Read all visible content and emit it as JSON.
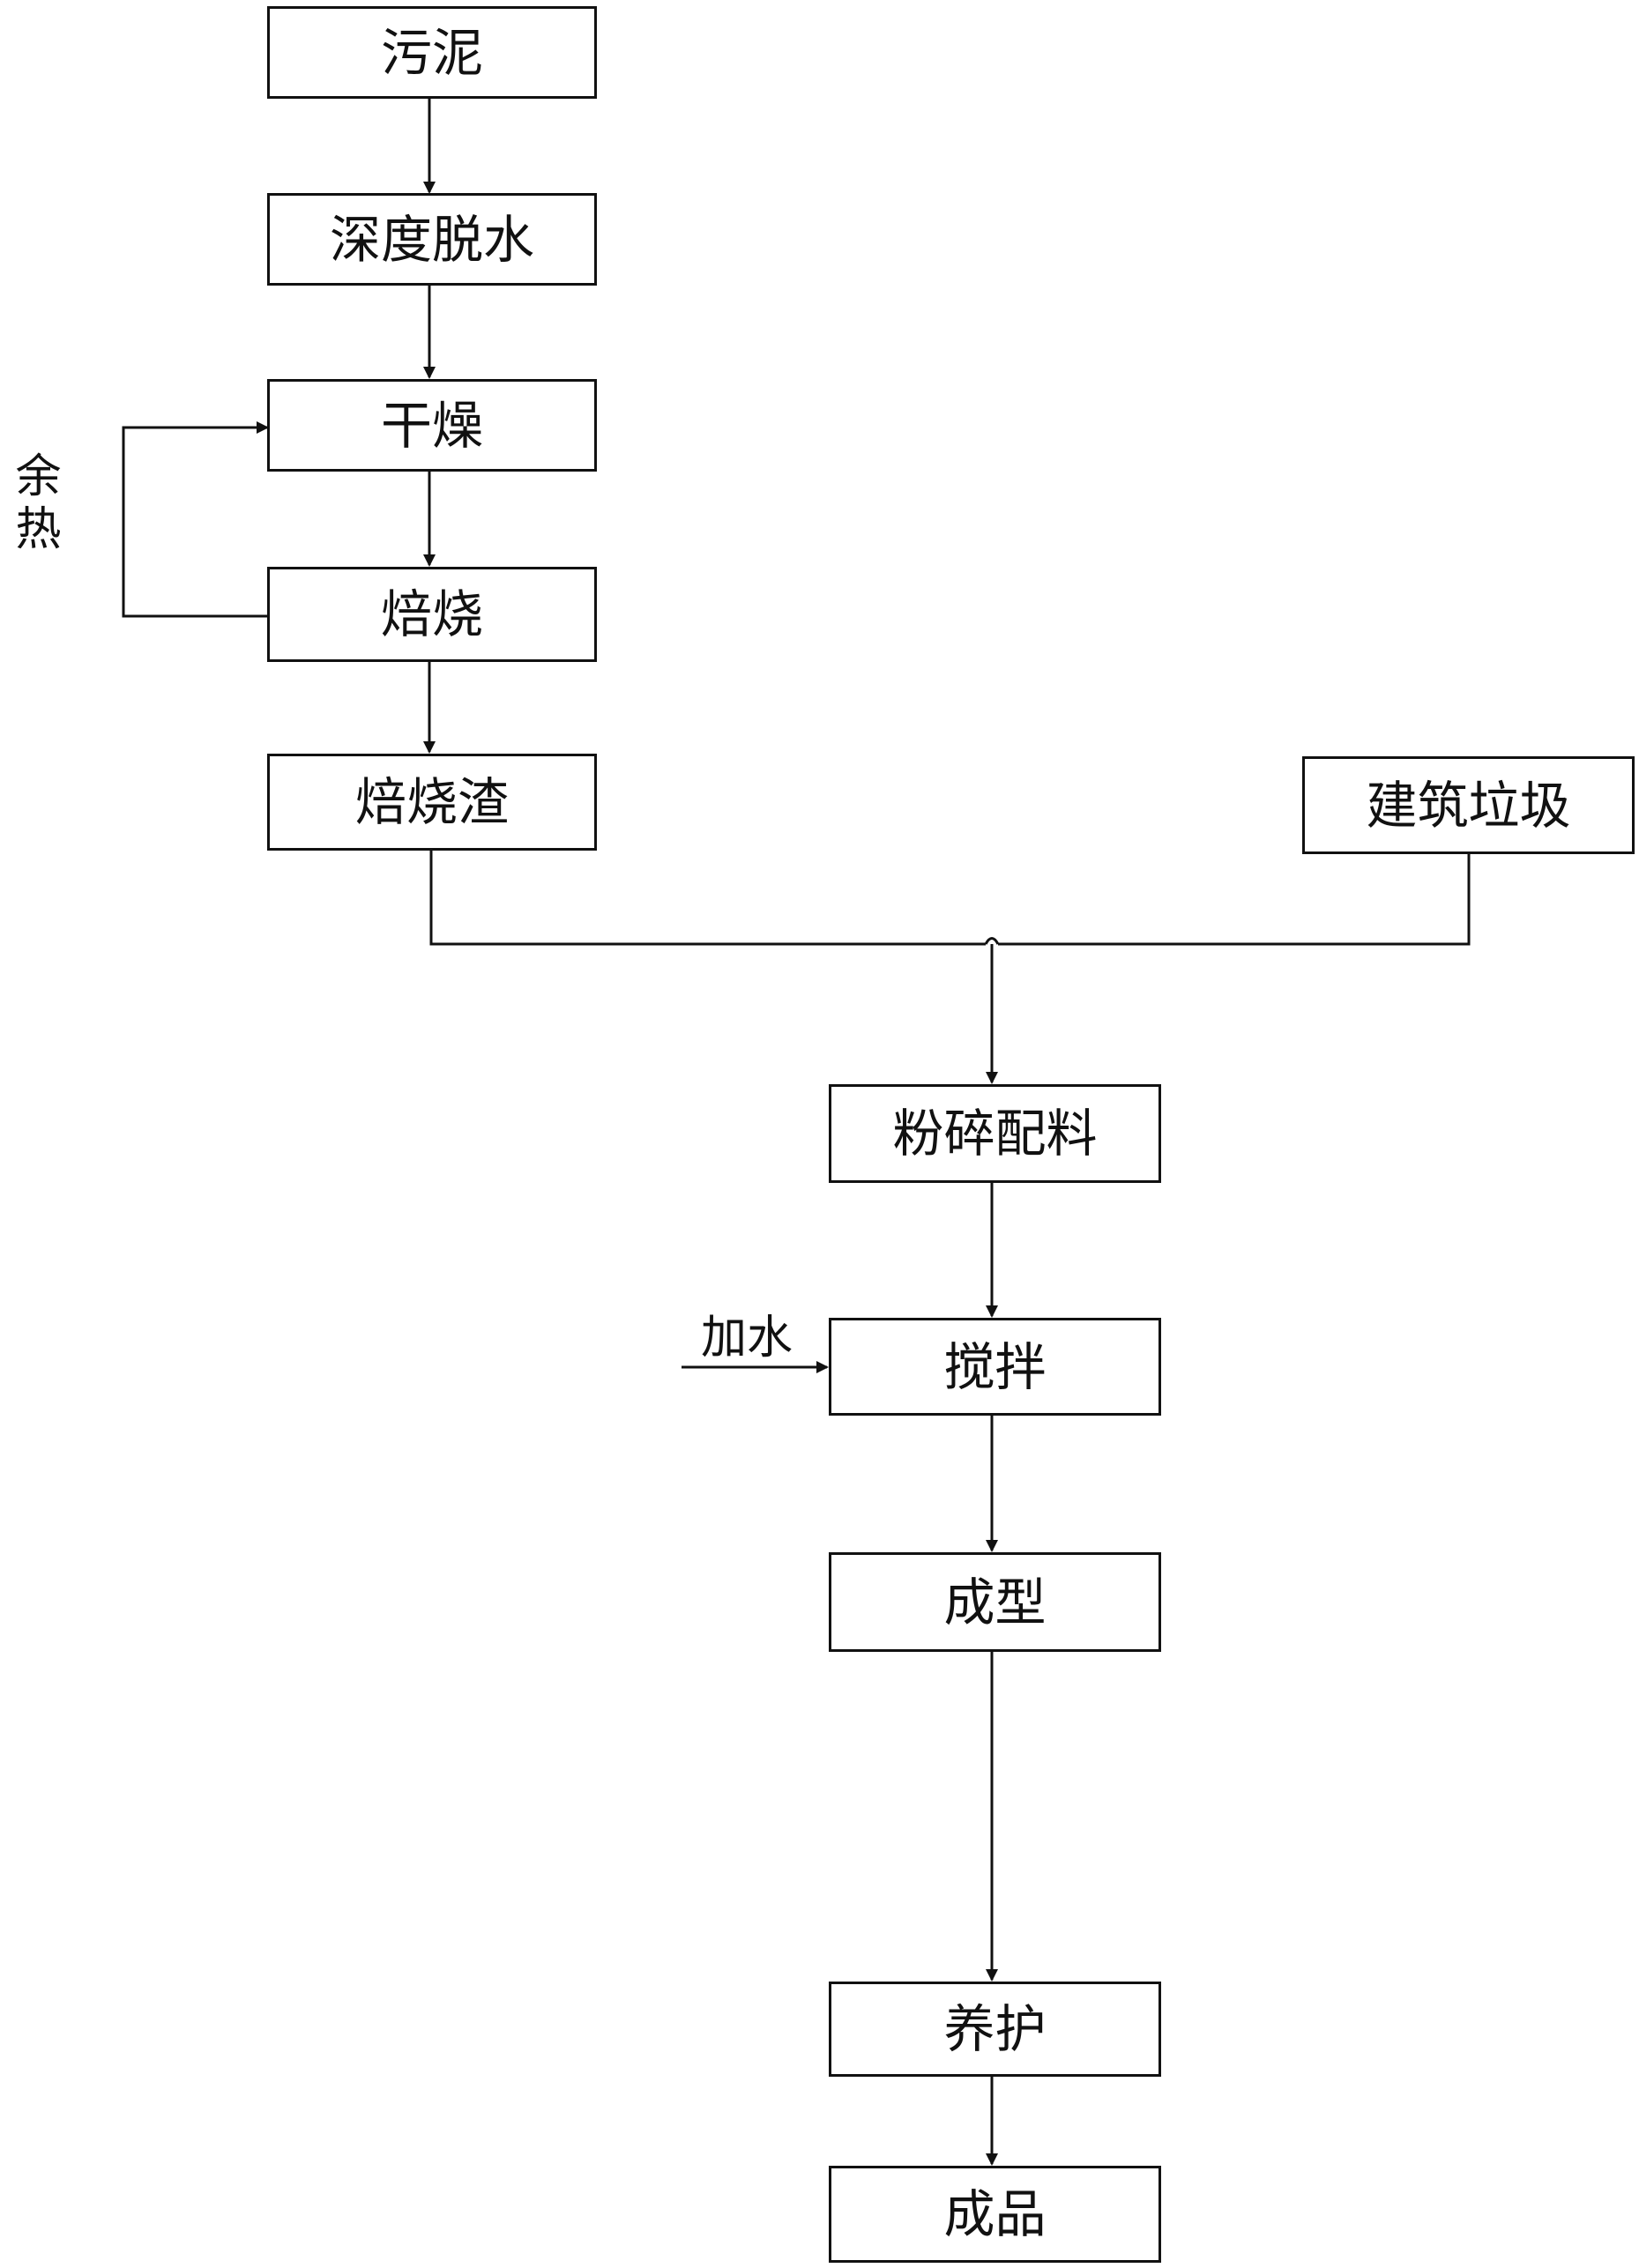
{
  "nodes": {
    "sludge": "污泥",
    "deep_dewatering": "深度脱水",
    "drying": "干燥",
    "roasting": "焙烧",
    "roasting_slag": "焙烧渣",
    "construction_waste": "建筑垃圾",
    "crushing_batching": "粉碎配料",
    "mixing": "搅拌",
    "forming": "成型",
    "curing": "养护",
    "finished_product": "成品"
  },
  "labels": {
    "waste_heat": "余热",
    "add_water": "加水"
  },
  "style": {
    "line_color": "#111111",
    "background": "#ffffff"
  }
}
